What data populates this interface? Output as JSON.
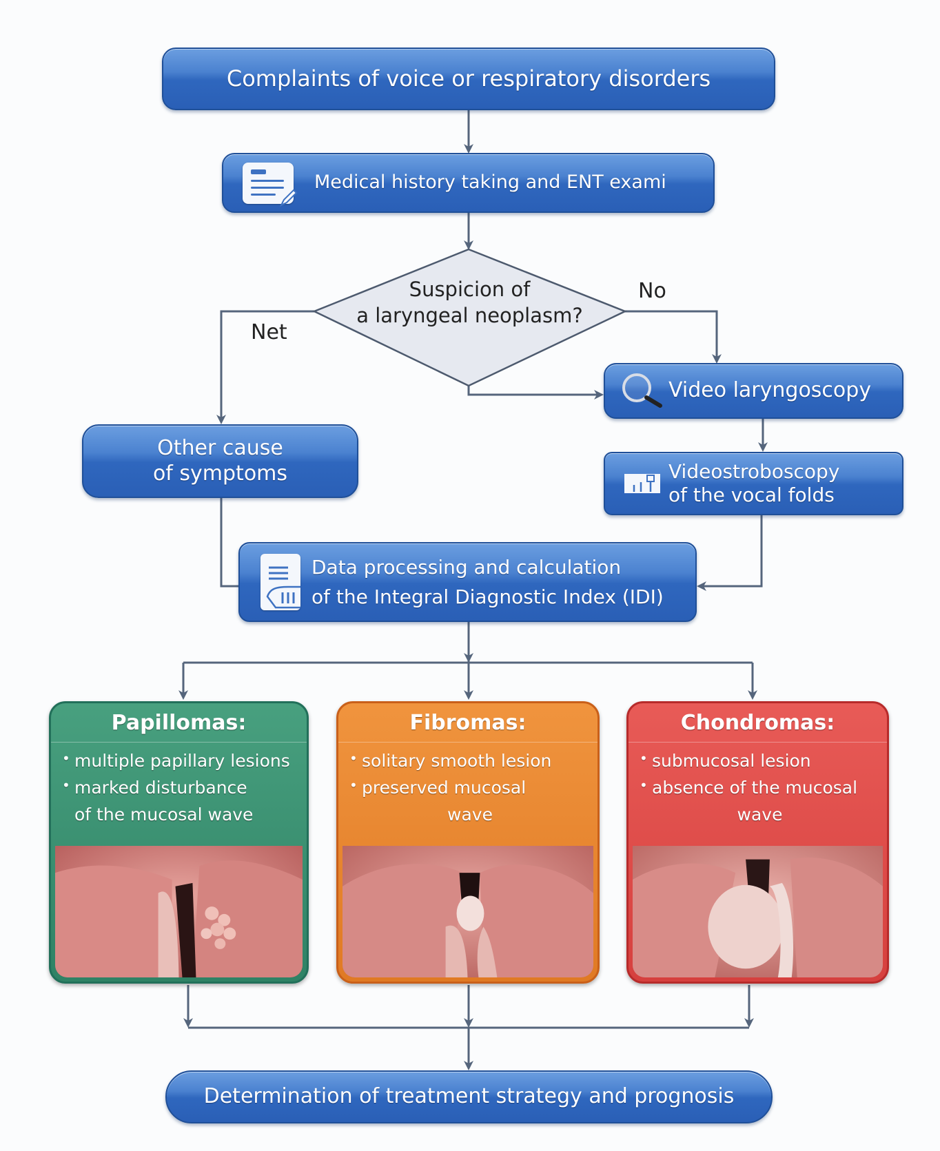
{
  "flowchart": {
    "nodes": {
      "complaints": "Complaints of voice or respiratory disorders",
      "history": "Medical history taking and ENT exami",
      "decision": [
        "Suspicion of",
        "a laryngeal neoplasm?"
      ],
      "video": "Video laryngoscopy",
      "other": [
        "Other cause",
        "of symptoms"
      ],
      "strobe": [
        "Videostroboscopy",
        "of the vocal folds"
      ],
      "data": [
        "Data processing and calculation",
        "of the Integral Diagnostic Index (IDI)"
      ],
      "final": "Determination of treatment strategy and prognosis"
    },
    "edge_labels": {
      "no": "No",
      "net": "Net"
    },
    "icons": {
      "history": "document-pen-icon",
      "video": "magnifier-icon",
      "strobe": "chart-icon",
      "data": "document-chart-icon"
    },
    "cards": [
      {
        "title": "Papillomas:",
        "color": "#2f8265",
        "bullets": [
          "multiple papillary lesions",
          "marked disturbance"
        ],
        "continuation": "of the mucosal wave",
        "image": "laryngoscopic photo of papillomas"
      },
      {
        "title": "Fibromas:",
        "color": "#e07a24",
        "bullets": [
          "solitary smooth lesion",
          "preserved mucosal"
        ],
        "continuation": "wave",
        "image": "laryngoscopic photo of fibroma"
      },
      {
        "title": "Chondromas:",
        "color": "#d6403e",
        "bullets": [
          "submucosal lesion",
          "absence of the mucosal"
        ],
        "continuation": "wave",
        "image": "laryngoscopic photo of chondroma"
      }
    ],
    "colors": {
      "node_blue": "#2f67be",
      "connector": "#5a6b82",
      "diamond_fill": "#e6e9f0"
    }
  }
}
